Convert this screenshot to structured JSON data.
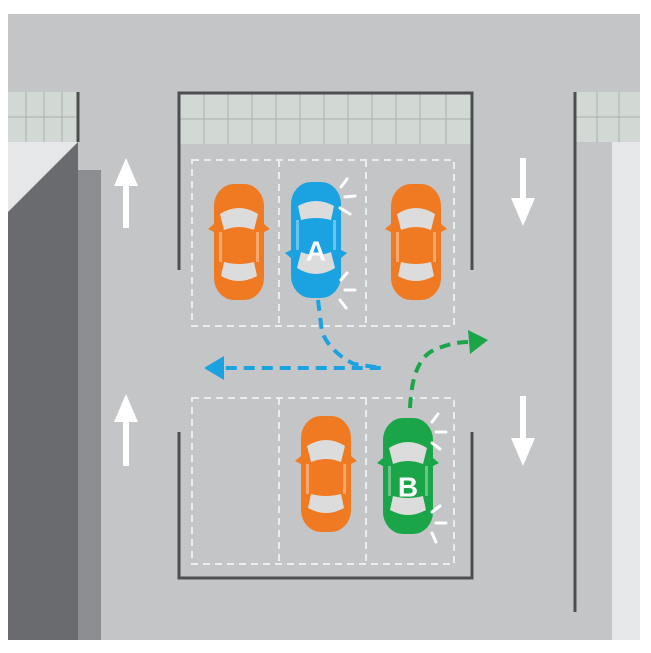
{
  "colors": {
    "background": "#ffffff",
    "ground": "#c4c5c7",
    "wall_dark": "#6a6b6e",
    "wall_mid": "#8c8d90",
    "wall_light": "#e6e7e8",
    "curb_line": "#4d4e50",
    "planter_fill": "#d2d8d3",
    "planter_grid": "#aab2ad",
    "parking_line": "#ebeced",
    "arrow": "#ffffff",
    "car_orange": "#f07a22",
    "car_blue": "#1aa3e0",
    "car_green": "#1aa548",
    "path_blue": "#1aa3e0",
    "path_green": "#1aa548",
    "window": "#dcdcdc"
  },
  "icons": [
    "arrow-up-icon",
    "arrow-down-icon",
    "flash-icon"
  ],
  "cars": [
    {
      "id": "top-left",
      "label": "",
      "color": "orange"
    },
    {
      "id": "a",
      "label": "A",
      "color": "blue"
    },
    {
      "id": "top-right",
      "label": "",
      "color": "orange"
    },
    {
      "id": "bottom-middle",
      "label": "",
      "color": "orange"
    },
    {
      "id": "b",
      "label": "B",
      "color": "green"
    }
  ]
}
